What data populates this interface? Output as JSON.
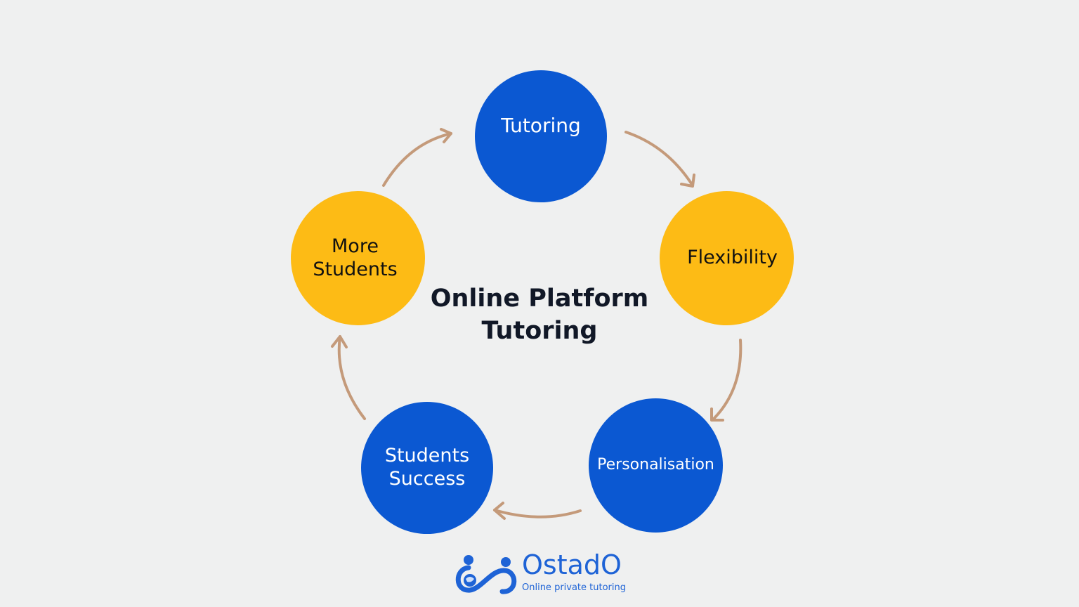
{
  "diagram": {
    "center_title": "Online Platform\nTutoring",
    "nodes": [
      {
        "id": "tutoring",
        "label": "Tutoring",
        "color": "#0b58d2"
      },
      {
        "id": "flexibility",
        "label": "Flexibility",
        "color": "#fdbb15"
      },
      {
        "id": "personalisation",
        "label": "Personalisation",
        "color": "#0b58d2"
      },
      {
        "id": "students_success",
        "label": "Students\nSuccess",
        "color": "#0b58d2"
      },
      {
        "id": "more_students",
        "label": "More\nStudents",
        "color": "#fdbb15"
      }
    ],
    "cycle_order": [
      "tutoring",
      "flexibility",
      "personalisation",
      "students_success",
      "more_students"
    ],
    "arrow_color": "#c49a7a"
  },
  "logo": {
    "name": "OstadO",
    "tagline": "Online private tutoring",
    "color": "#1e63d6"
  }
}
